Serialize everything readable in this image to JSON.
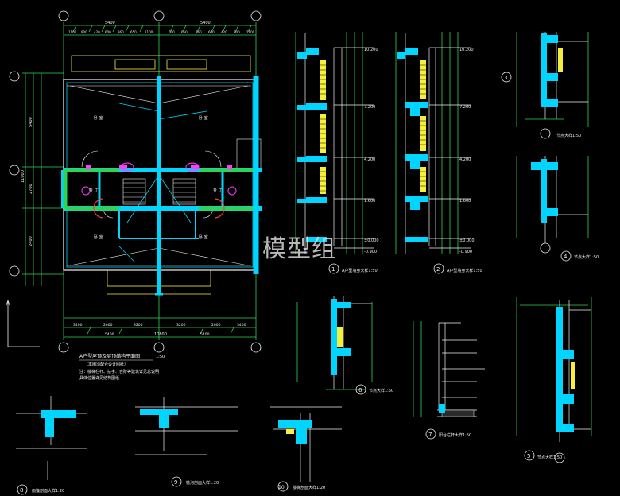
{
  "watermark": "模型组",
  "colors": {
    "background": "#000000",
    "wall": "#00d5ff",
    "dim": "#2fd34f",
    "line": "#f2f2f2",
    "yellow": "#f5ee3a",
    "red": "#ff3a3a",
    "magenta": "#ff3cff"
  },
  "plan": {
    "top_dims": [
      "1100",
      "900",
      "420",
      "600",
      "360",
      "650",
      "1100",
      "600",
      "650",
      "360",
      "600",
      "420",
      "900",
      "1100"
    ],
    "overall_dims": [
      "5400",
      "5400"
    ],
    "bottom_dims": [
      "3400",
      "2000",
      "3200",
      "3200",
      "2000",
      "3400"
    ],
    "bottom_total": "10800",
    "left_dims": [
      "5400",
      "2700",
      "2400"
    ],
    "left_total": "11000",
    "room_labels": [
      "卧 室",
      "卧 室",
      "卧 室",
      "卧 室",
      "客 厅",
      "客 厅"
    ],
    "title": "A户型屋顶及层顶结构平面图",
    "title_scale": "1:50",
    "notes": [
      "（本图须配合设计图纸）",
      "注：楼梯栏杆、扶手、台阶等建筑详见总说明",
      "具体位置详见结构图纸"
    ]
  },
  "sections": [
    {
      "elevations": [
        "10.200",
        "7.200",
        "4.200",
        "1.600",
        "±0.000",
        "-0.900"
      ],
      "tag": "1",
      "caption": "A户型墙身大样1:50"
    },
    {
      "elevations": [
        "10.200",
        "7.200",
        "4.200",
        "1.600",
        "±0.000",
        "-0.900"
      ],
      "tag": "2",
      "caption": "A户型墙身大样1:50"
    }
  ],
  "details": [
    {
      "tag": "3",
      "caption": "节点大样1:50"
    },
    {
      "tag": "4",
      "caption": "节点大样1:50"
    },
    {
      "tag": "5",
      "caption": "节点大样1:50"
    },
    {
      "tag": "6",
      "caption": "节点大样1:50"
    },
    {
      "tag": "7",
      "caption": "阳台栏杆大样1:50"
    },
    {
      "tag": "8",
      "caption": "雨篷剖面大样1:20"
    },
    {
      "tag": "9",
      "caption": "檐沟剖面大样1:20"
    },
    {
      "tag": "10",
      "caption": "楼梯剖面大样1:20"
    }
  ]
}
